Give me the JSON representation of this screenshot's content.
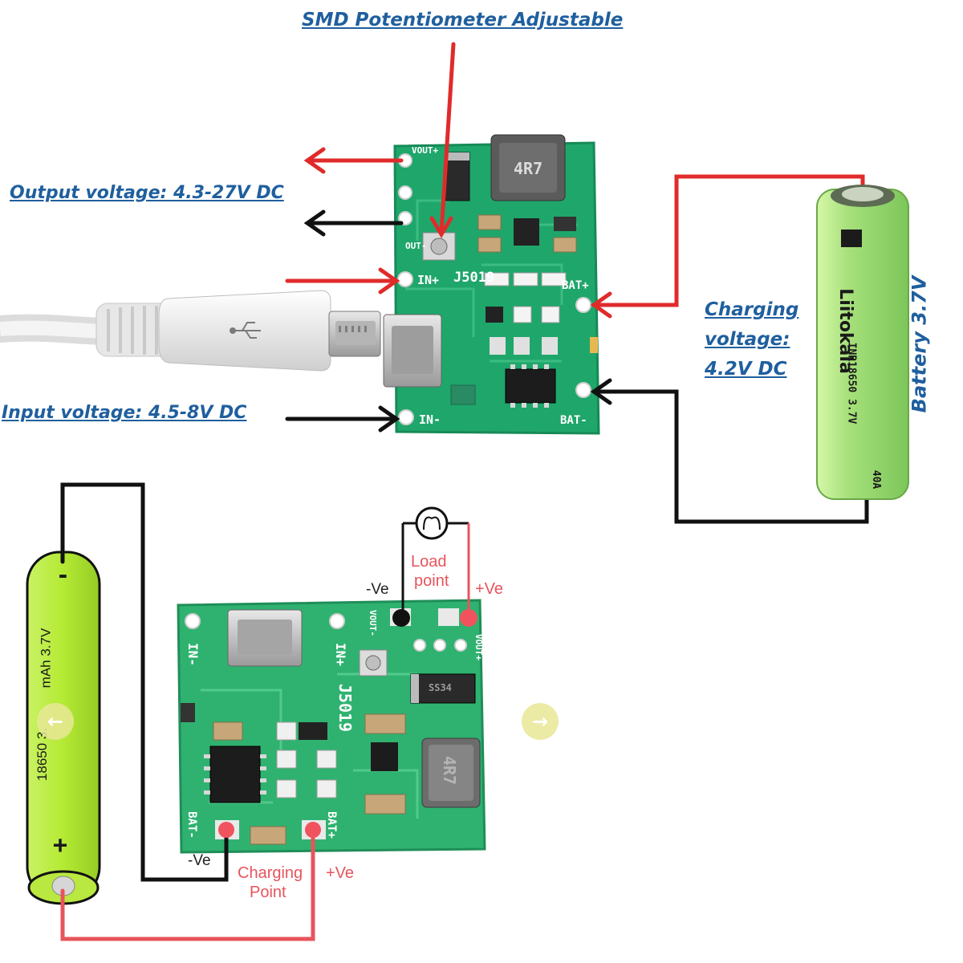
{
  "labels": {
    "potentiometer": "SMD Potentiometer Adjustable",
    "output_voltage": "Output voltage: 4.3-27V DC",
    "input_voltage": "Input voltage: 4.5-8V DC",
    "charging_voltage_line1": "Charging",
    "charging_voltage_line2": "voltage:",
    "charging_voltage_line3": "4.2V DC",
    "battery": "Battery 3.7V"
  },
  "top_board": {
    "chip_label": "J5019",
    "inductor_label": "4R7",
    "pin_in_plus": "IN+",
    "pin_in_minus": "IN-",
    "pin_bat_plus": "BAT+",
    "pin_bat_minus": "BAT-",
    "pin_vout_plus": "VOUT+",
    "pin_vout_minus": "OUT-"
  },
  "top_battery": {
    "brand": "Liitokala",
    "model": "INR18650 3.7V",
    "capacity": "40A"
  },
  "bottom": {
    "battery_model": "18650 3.",
    "battery_capacity": "mAh 3.7V",
    "battery_minus": "-",
    "battery_plus": "+",
    "load_line1": "Load",
    "load_line2": "point",
    "neg_top": "-Ve",
    "pos_top": "+Ve",
    "neg_bottom": "-Ve",
    "pos_bottom": "+Ve",
    "charge_line1": "Charging",
    "charge_line2": "Point",
    "pin_in_minus": "IN-",
    "pin_in_plus": "IN+",
    "chip_label": "J5019",
    "pin_bat_minus": "BAT-",
    "pin_bat_plus": "BAT+",
    "pin_vout_minus": "VOUT-",
    "pin_vout_plus": "VOUT+",
    "inductor_label": "4R7",
    "diode_label": "SS34"
  },
  "nav": {
    "prev": "←",
    "next": "→"
  },
  "colors": {
    "pcb": "#1fa66b",
    "pcb_dark": "#178a57",
    "wire_red": "#e02b2b",
    "wire_black": "#111111",
    "battery_green": "#b7ef3a",
    "label_blue": "#1f5f9e",
    "ve_red": "#e8545c"
  }
}
